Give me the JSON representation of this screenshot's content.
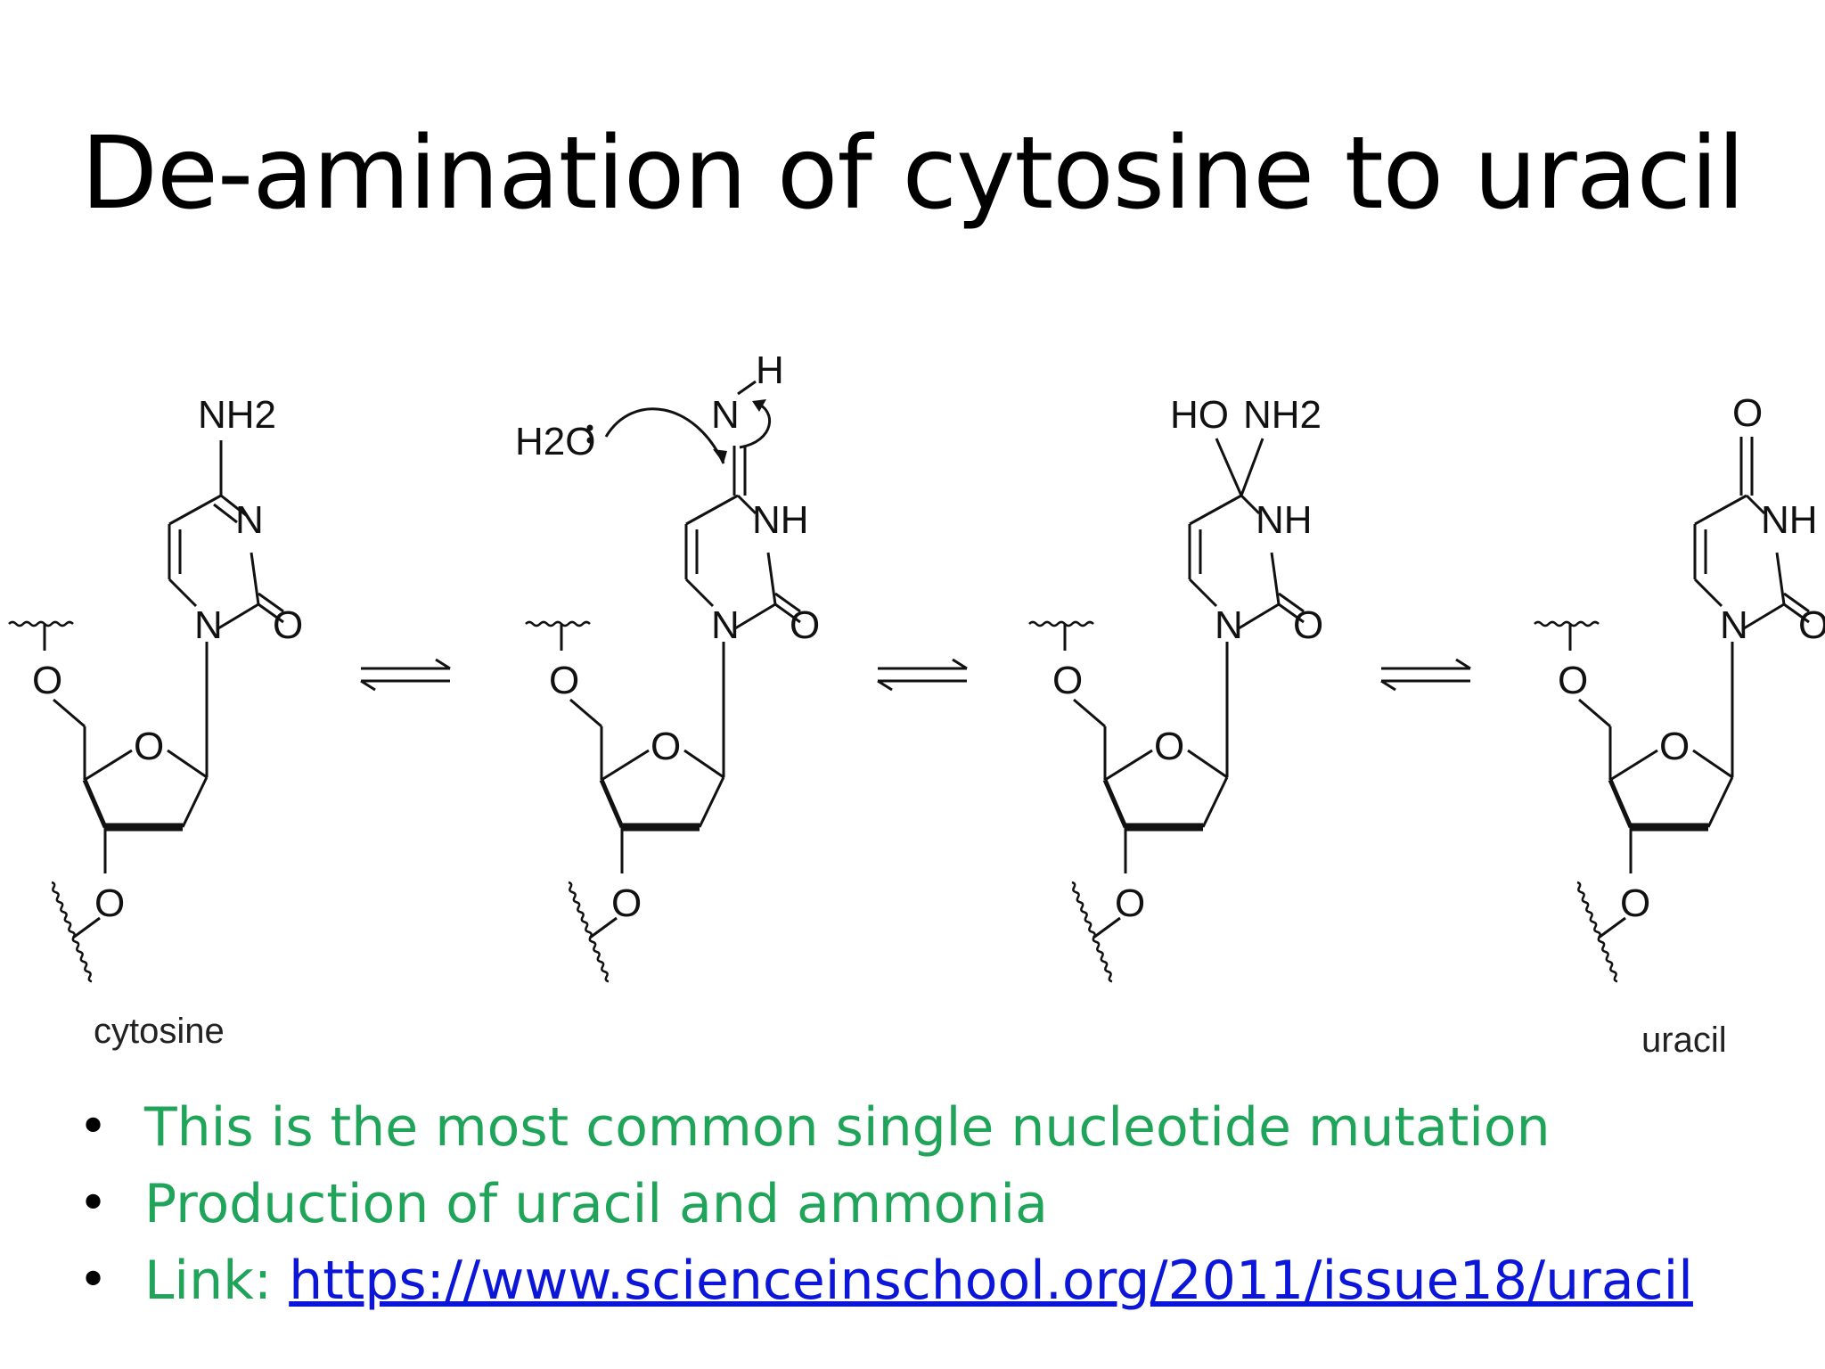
{
  "slide": {
    "title": "De-amination of cytosine to uracil"
  },
  "diagram": {
    "structures": [
      {
        "name": "cytosine",
        "groups": {
          "top": "NH2",
          "ring_n3": "N",
          "ring_n1": "N",
          "c2_o": "O"
        }
      },
      {
        "name": "",
        "groups": {
          "top": "N",
          "top_h": "H",
          "ring_n3": "NH",
          "ring_n1": "N",
          "c2_o": "O",
          "water": "H2O"
        }
      },
      {
        "name": "",
        "groups": {
          "top_left": "HO",
          "top_right": "NH2",
          "ring_n3": "NH",
          "ring_n1": "N",
          "c2_o": "O"
        }
      },
      {
        "name": "uracil",
        "groups": {
          "top": "O",
          "ring_n3": "NH",
          "ring_n1": "N",
          "c2_o": "O"
        }
      }
    ],
    "sugar_oxygen": "O",
    "arrow_type": "equilibrium"
  },
  "bullets": [
    {
      "text": "This is the most common single nucleotide mutation"
    },
    {
      "text": "Production of uracil and ammonia"
    },
    {
      "text": "Link: ",
      "link": "https://www.scienceinschool.org/2011/issue18/uracil"
    }
  ]
}
